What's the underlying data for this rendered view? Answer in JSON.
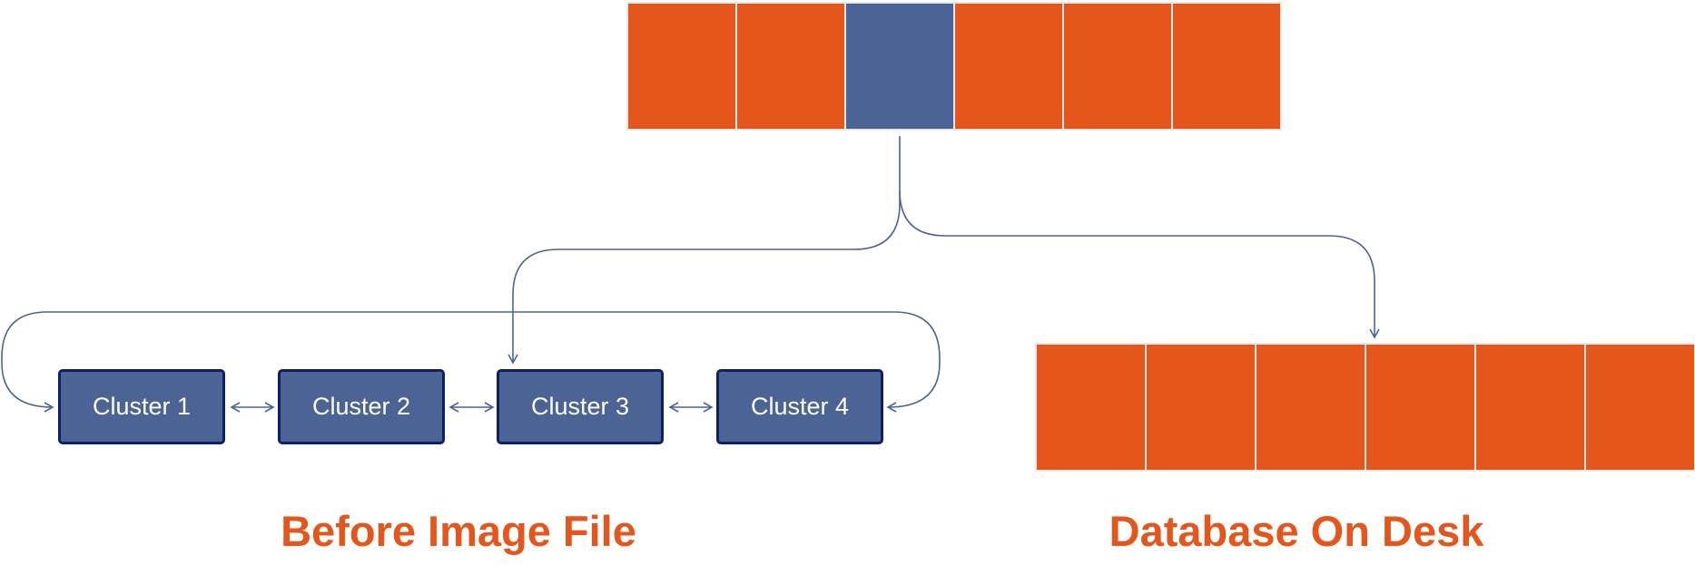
{
  "colors": {
    "orange": "#e5561c",
    "blue": "#4b6495",
    "cluster_border": "#0f1f66",
    "line": "#4b6495",
    "caption": "#e5561c"
  },
  "top_blocks": [
    {
      "state": "orange"
    },
    {
      "state": "orange"
    },
    {
      "state": "blue"
    },
    {
      "state": "orange"
    },
    {
      "state": "orange"
    },
    {
      "state": "orange"
    }
  ],
  "disk_blocks": [
    {
      "state": "orange"
    },
    {
      "state": "orange"
    },
    {
      "state": "orange"
    },
    {
      "state": "orange"
    },
    {
      "state": "orange"
    },
    {
      "state": "orange"
    }
  ],
  "clusters": [
    {
      "label": "Cluster 1"
    },
    {
      "label": "Cluster 2"
    },
    {
      "label": "Cluster 3"
    },
    {
      "label": "Cluster 4"
    }
  ],
  "captions": {
    "before_image": "Before Image File",
    "database": "Database On Desk"
  }
}
